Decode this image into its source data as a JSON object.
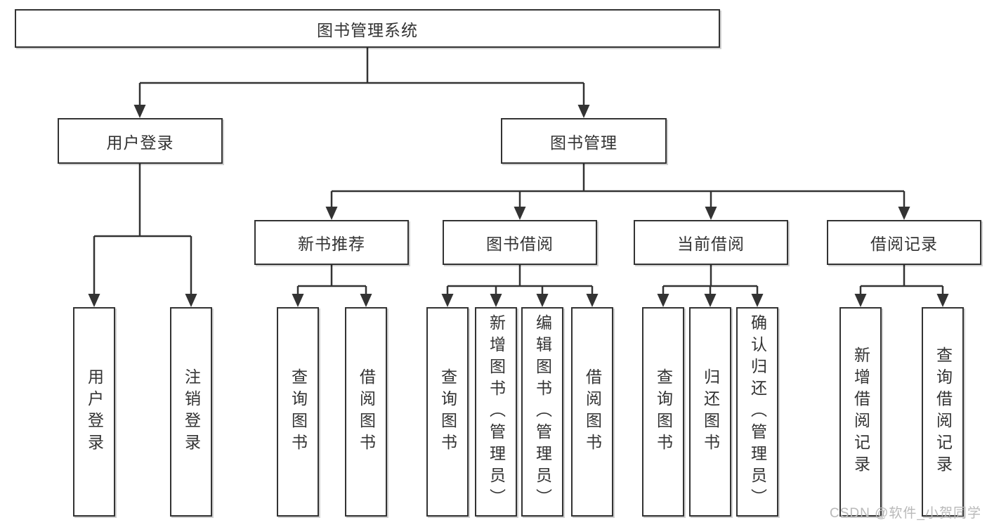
{
  "tree": {
    "label": "图书管理系统",
    "children": [
      {
        "label": "用户登录",
        "children": [
          {
            "label": "用户登录"
          },
          {
            "label": "注销登录"
          }
        ]
      },
      {
        "label": "图书管理",
        "children": [
          {
            "label": "新书推荐",
            "children": [
              {
                "label": "查询图书"
              },
              {
                "label": "借阅图书"
              }
            ]
          },
          {
            "label": "图书借阅",
            "children": [
              {
                "label": "查询图书"
              },
              {
                "label": "新增图书（管理员）"
              },
              {
                "label": "编辑图书（管理员）"
              },
              {
                "label": "借阅图书"
              }
            ]
          },
          {
            "label": "当前借阅",
            "children": [
              {
                "label": "查询图书"
              },
              {
                "label": "归还图书"
              },
              {
                "label": "确认归还（管理员）"
              }
            ]
          },
          {
            "label": "借阅记录",
            "children": [
              {
                "label": "新增借阅记录"
              },
              {
                "label": "查询借阅记录"
              }
            ]
          }
        ]
      }
    ]
  },
  "watermark": {
    "text": "CSDN @软件_小贺同学"
  },
  "colors": {
    "line": "#333333",
    "box_border": "#333333",
    "text": "#333333",
    "watermark_text": "#b9b9b9",
    "background": "#ffffff"
  }
}
